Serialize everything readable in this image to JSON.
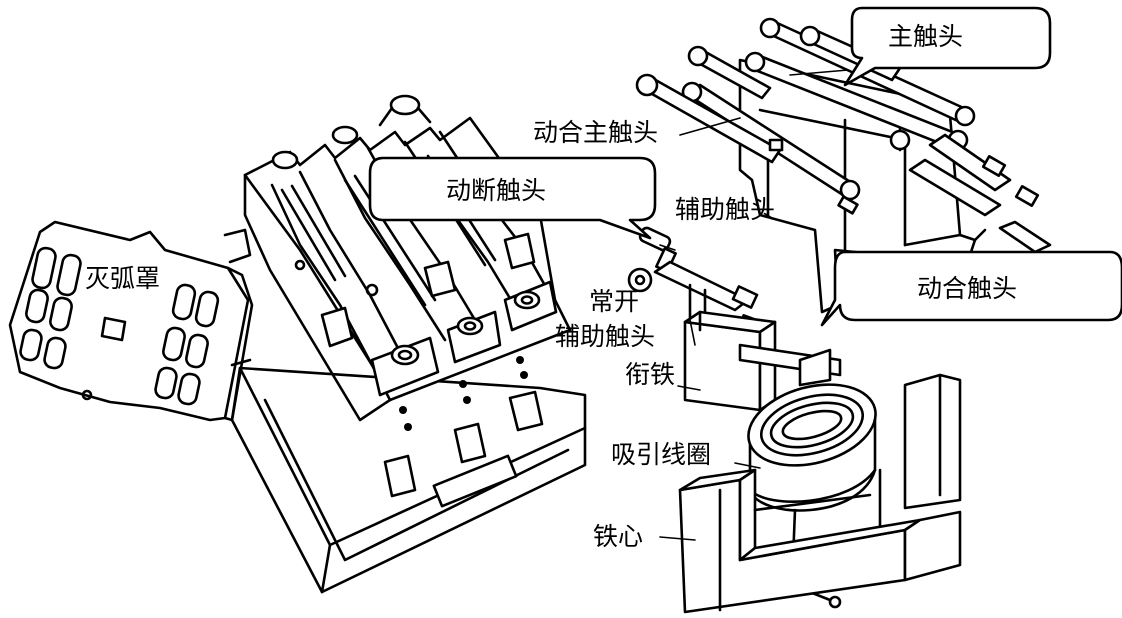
{
  "labels": {
    "arc_chute": "灭弧罩",
    "main_contact": "主触头",
    "moving_close_main": "动合主触头",
    "moving_break": "动断触头",
    "auxiliary": "辅助触头",
    "normally_open_1": "常开",
    "normally_open_2": "辅助触头",
    "moving_close": "动合触头",
    "armature": "衔铁",
    "coil": "吸引线圈",
    "core": "铁心"
  }
}
